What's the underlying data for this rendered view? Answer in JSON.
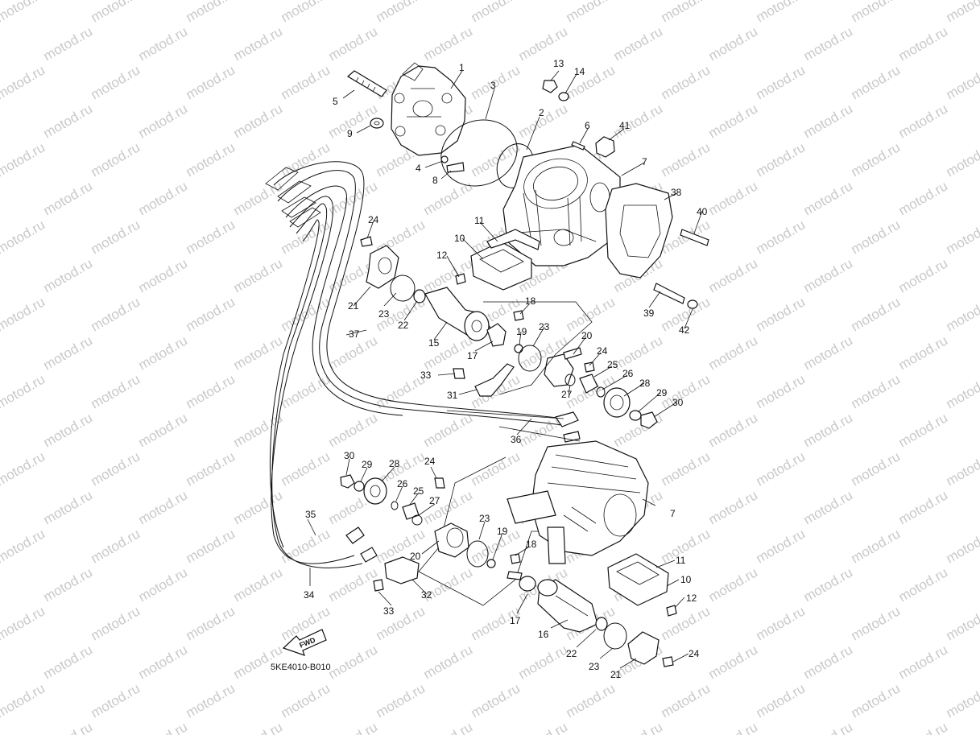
{
  "watermark": "motod.ru",
  "code": "5KE4010-B010",
  "fwd": "FWD",
  "labels": {
    "1": "1",
    "2": "2",
    "3": "3",
    "4": "4",
    "5": "5",
    "6": "6",
    "7": "7",
    "8": "8",
    "9": "9",
    "10": "10",
    "11": "11",
    "12": "12",
    "13": "13",
    "14": "14",
    "15": "15",
    "16": "16",
    "17": "17",
    "18": "18",
    "19": "19",
    "20": "20",
    "21": "21",
    "22": "22",
    "23": "23",
    "24": "24",
    "25": "25",
    "26": "26",
    "27": "27",
    "28": "28",
    "29": "29",
    "30": "30",
    "31": "31",
    "32": "32",
    "33": "33",
    "34": "34",
    "35": "35",
    "36": "36",
    "37": "37",
    "38": "38",
    "39": "39",
    "40": "40",
    "41": "41",
    "42": "42"
  }
}
